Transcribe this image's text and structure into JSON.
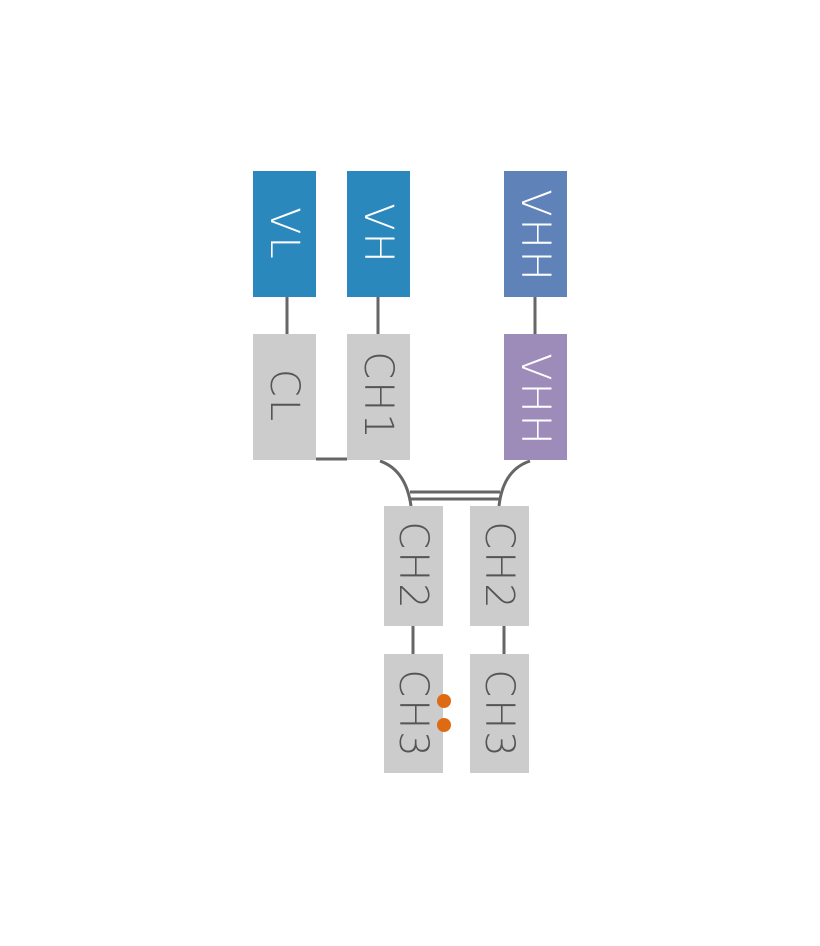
{
  "diagram": {
    "title": "",
    "colors": {
      "variable_domain": "#2a88bd",
      "vhh_top": "#5f82b9",
      "vhh_bottom": "#9d8cba",
      "constant_domain": "#cccccc",
      "connector": "#666666",
      "light_text": "#ffffff",
      "dark_text": "#555555",
      "knob_dot": "#de6a14"
    },
    "domains": [
      {
        "id": "vl",
        "label": "VL",
        "type": "variable"
      },
      {
        "id": "vh",
        "label": "VH",
        "type": "variable"
      },
      {
        "id": "vhh_top",
        "label": "VHH",
        "type": "vhh-top"
      },
      {
        "id": "cl",
        "label": "CL",
        "type": "constant"
      },
      {
        "id": "ch1",
        "label": "CH1",
        "type": "constant"
      },
      {
        "id": "vhh_bottom",
        "label": "VHH",
        "type": "vhh-bottom"
      },
      {
        "id": "ch2_left",
        "label": "CH2",
        "type": "constant"
      },
      {
        "id": "ch2_right",
        "label": "CH2",
        "type": "constant"
      },
      {
        "id": "ch3_left",
        "label": "CH3",
        "type": "constant"
      },
      {
        "id": "ch3_right",
        "label": "CH3",
        "type": "constant"
      }
    ],
    "connections": [
      {
        "from": "vl",
        "to": "cl"
      },
      {
        "from": "vh",
        "to": "ch1"
      },
      {
        "from": "vhh_top",
        "to": "vhh_bottom"
      },
      {
        "from": "cl",
        "to": "ch1",
        "kind": "disulfide"
      },
      {
        "from": "ch1",
        "to": "ch2_left",
        "kind": "hinge"
      },
      {
        "from": "vhh_bottom",
        "to": "ch2_right",
        "kind": "hinge"
      },
      {
        "from": "ch2_left",
        "to": "ch2_right",
        "kind": "hinge-disulfide-double"
      },
      {
        "from": "ch2_left",
        "to": "ch3_left"
      },
      {
        "from": "ch2_right",
        "to": "ch3_right"
      }
    ],
    "markers": [
      {
        "on": "ch3_left",
        "count": 2,
        "kind": "knob-mutation"
      }
    ]
  }
}
